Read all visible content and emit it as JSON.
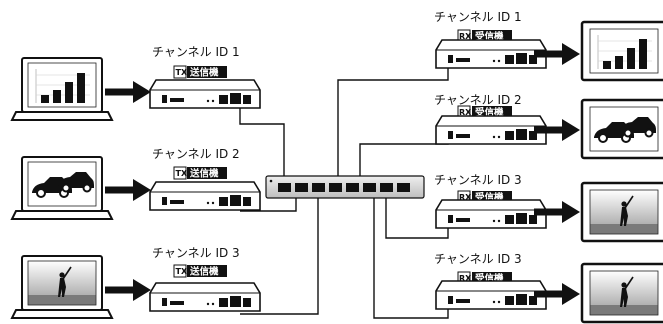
{
  "transmitters": [
    {
      "channel_label": "チャンネル ID 1",
      "tag": "TX",
      "role": "送信機",
      "screen": "bar-chart-icon"
    },
    {
      "channel_label": "チャンネル ID 2",
      "tag": "TX",
      "role": "送信機",
      "screen": "cars-icon"
    },
    {
      "channel_label": "チャンネル ID 3",
      "tag": "TX",
      "role": "送信機",
      "screen": "baseball-batter-icon"
    }
  ],
  "receivers": [
    {
      "channel_label": "チャンネル ID 1",
      "tag": "RX",
      "role": "受信機",
      "screen": "bar-chart-icon"
    },
    {
      "channel_label": "チャンネル ID 2",
      "tag": "RX",
      "role": "受信機",
      "screen": "cars-icon"
    },
    {
      "channel_label": "チャンネル ID 3",
      "tag": "RX",
      "role": "受信機",
      "screen": "baseball-batter-icon"
    },
    {
      "channel_label": "チャンネル ID 3",
      "tag": "RX",
      "role": "受信機",
      "screen": "baseball-batter-icon"
    }
  ],
  "colors": {
    "ink": "#111111",
    "switch": "#d4d4d4",
    "screen_sky": "#e8e8e8"
  }
}
